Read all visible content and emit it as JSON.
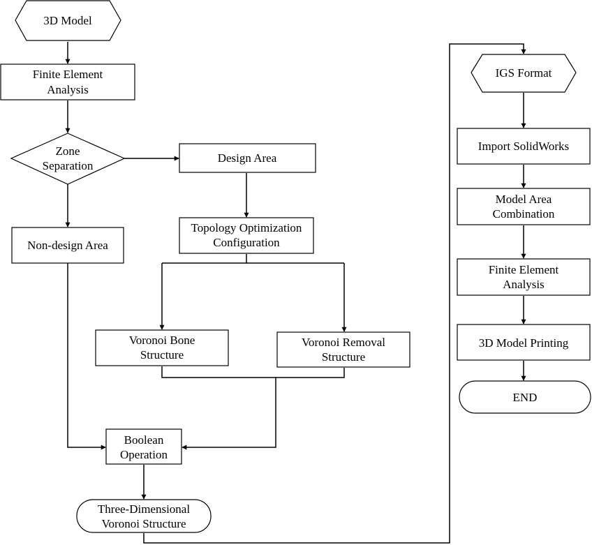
{
  "nodes": {
    "model_3d": "3D Model",
    "fea_1_line1": "Finite Element",
    "fea_1_line2": "Analysis",
    "zone_line1": "Zone",
    "zone_line2": "Separation",
    "design_area": "Design Area",
    "non_design_area": "Non-design Area",
    "topo_line1": "Topology Optimization",
    "topo_line2": "Configuration",
    "bone_line1": "Voronoi Bone",
    "bone_line2": "Structure",
    "removal_line1": "Voronoi Removal",
    "removal_line2": "Structure",
    "boolean_line1": "Boolean",
    "boolean_line2": "Operation",
    "three_d_line1": "Three-Dimensional",
    "three_d_line2": "Voronoi Structure",
    "igs_format": "IGS Format",
    "import_solidworks": "Import SolidWorks",
    "combo_line1": "Model Area",
    "combo_line2": "Combination",
    "fea_2_line1": "Finite Element",
    "fea_2_line2": "Analysis",
    "printing": "3D Model Printing",
    "end": "END"
  }
}
